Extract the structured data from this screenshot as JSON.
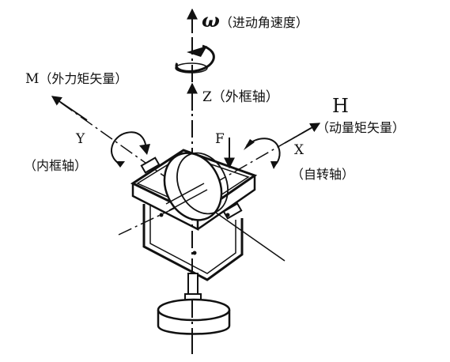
{
  "labels": {
    "omega_symbol": "ω",
    "omega_desc": "（进动角速度）",
    "m_symbol": "M",
    "m_desc": "（外力矩矢量）",
    "z_label": "Z（外框轴）",
    "h_symbol": "H",
    "h_desc": "（动量矩矢量）",
    "y_symbol": "Y",
    "y_desc": "（内框轴）",
    "f_symbol": "F",
    "x_symbol": "X",
    "x_desc": "（自转轴）"
  },
  "icons": {
    "z_rotation": "curved-arrow-icon",
    "y_rotation": "curved-arrow-icon",
    "x_rotation": "curved-arrow-icon"
  },
  "colors": {
    "ink": "#111111",
    "background": "#ffffff"
  }
}
